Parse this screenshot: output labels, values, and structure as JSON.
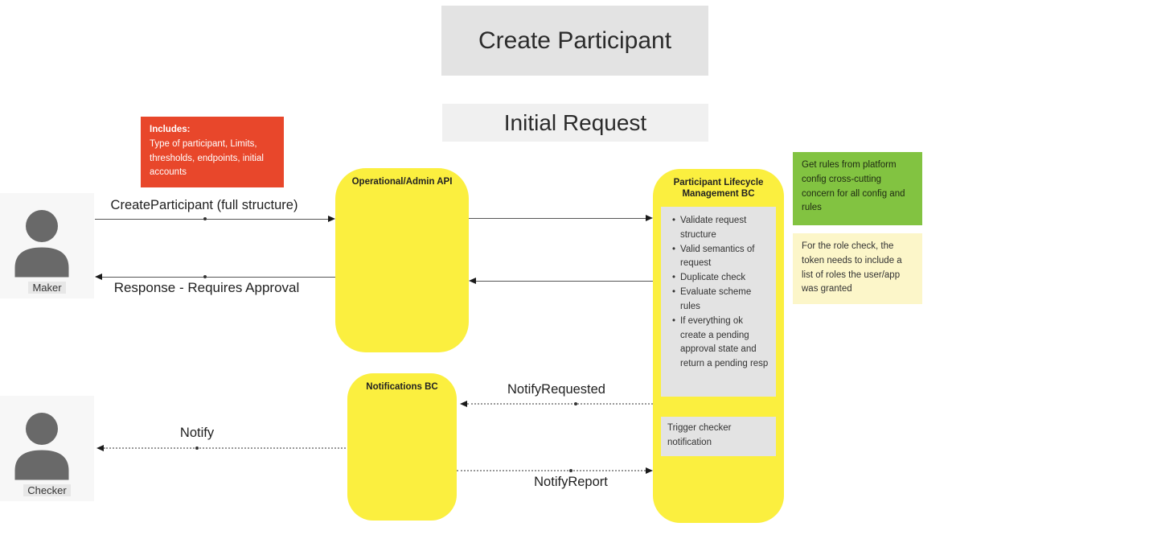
{
  "titles": {
    "main": "Create Participant",
    "sub": "Initial Request"
  },
  "notes": {
    "includes": {
      "heading": "Includes:",
      "body": "Type of participant, Limits, thresholds, endpoints, initial accounts",
      "color": "#e8472b"
    },
    "platform_config": {
      "text": "Get rules from platform config cross-cutting concern for all config and rules",
      "color": "#82c341"
    },
    "role_check": {
      "text": "For the role check, the token needs to include a list of roles the user/app was granted",
      "color": "#fcf6c9"
    }
  },
  "actors": [
    {
      "name": "Maker",
      "icon": "person-icon"
    },
    {
      "name": "Checker",
      "icon": "person-icon"
    }
  ],
  "components": {
    "api": {
      "title": "Operational/Admin API",
      "color": "#fbef3f"
    },
    "plm": {
      "title": "Participant Lifecycle Management BC",
      "tasks": [
        "Validate request structure",
        "Valid semantics of request",
        "Duplicate check",
        "Evaluate scheme rules",
        "If everything ok create a pending approval state and return a pending resp"
      ],
      "trigger": "Trigger checker notification",
      "subbox_color": "#e3e3e3"
    },
    "notifications": {
      "title": "Notifications BC"
    }
  },
  "messages": {
    "create_participant": "CreateParticipant (full structure)",
    "response": "Response - Requires Approval",
    "notify_requested": "NotifyRequested",
    "notify": "Notify",
    "notify_report": "NotifyReport"
  }
}
